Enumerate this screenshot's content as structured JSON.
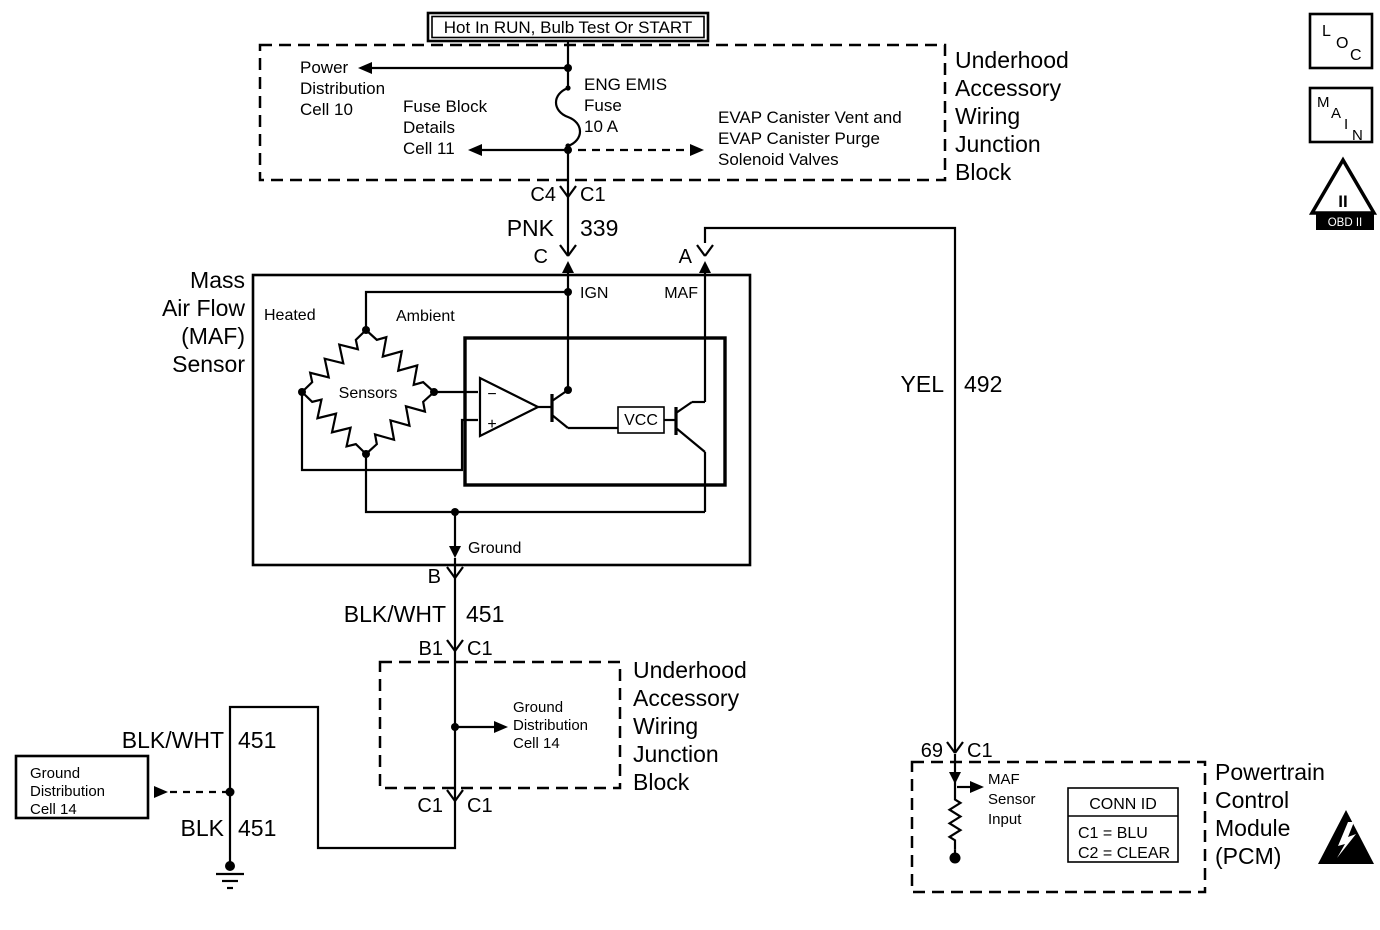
{
  "hot": "Hot In RUN, Bulb Test Or START",
  "corner": {
    "loc": [
      "L",
      "O",
      "C"
    ],
    "main": [
      "M",
      "A",
      "I",
      "N"
    ],
    "obd_tri": "II",
    "obd_label": "OBD II"
  },
  "top_block": {
    "label": [
      "Underhood",
      "Accessory",
      "Wiring",
      "Junction",
      "Block"
    ],
    "power_dist": [
      "Power",
      "Distribution",
      "Cell 10"
    ],
    "fuse_details": [
      "Fuse Block",
      "Details",
      "Cell 11"
    ],
    "fuse": [
      "ENG EMIS",
      "Fuse",
      "10 A"
    ],
    "evap": [
      "EVAP Canister Vent and",
      "EVAP Canister Purge",
      "Solenoid Valves"
    ],
    "conn_left": "C4",
    "conn_right": "C1"
  },
  "pnk_wire": {
    "color": "PNK",
    "circuit": "339"
  },
  "maf_sensor": {
    "label": [
      "Mass",
      "Air Flow",
      "(MAF)",
      "Sensor"
    ],
    "pin_c": "C",
    "pin_a": "A",
    "ign": "IGN",
    "maf": "MAF",
    "heated": "Heated",
    "ambient": "Ambient",
    "sensors": "Sensors",
    "opamp_minus": "−",
    "opamp_plus": "+",
    "vcc": "VCC",
    "ground": "Ground",
    "pin_b": "B"
  },
  "blkwht_wire": {
    "color": "BLK/WHT",
    "circuit": "451"
  },
  "mid_conn": {
    "left": "B1",
    "right": "C1"
  },
  "lower_block": {
    "label": [
      "Underhood",
      "Accessory",
      "Wiring",
      "Junction",
      "Block"
    ],
    "ground_dist": [
      "Ground",
      "Distribution",
      "Cell 14"
    ],
    "conn_left": "C1",
    "conn_right": "C1"
  },
  "left_branch": {
    "blkwht": {
      "color": "BLK/WHT",
      "circuit": "451"
    },
    "blk": {
      "color": "BLK",
      "circuit": "451"
    },
    "ground_box": [
      "Ground",
      "Distribution",
      "Cell 14"
    ]
  },
  "yel_wire": {
    "color": "YEL",
    "circuit": "492"
  },
  "pcm": {
    "label": [
      "Powertrain",
      "Control",
      "Module",
      "(PCM)"
    ],
    "pin": "69",
    "conn": "C1",
    "input": [
      "MAF",
      "Sensor",
      "Input"
    ],
    "conn_id": {
      "header": "CONN ID",
      "rows": [
        "C1 = BLU",
        "C2 = CLEAR"
      ]
    }
  }
}
